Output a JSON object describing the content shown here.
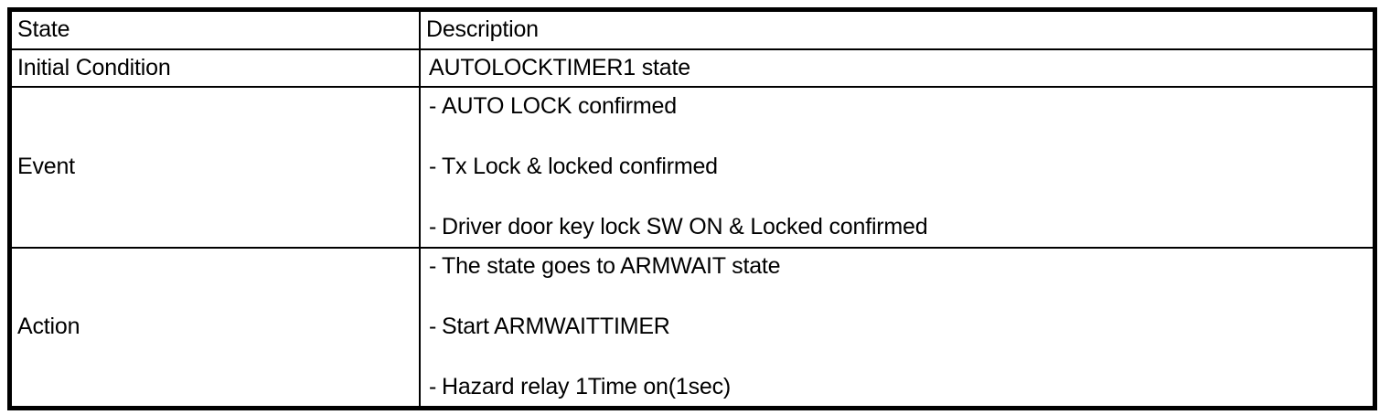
{
  "table": {
    "columns": [
      {
        "key": "state",
        "header": "State"
      },
      {
        "key": "description",
        "header": "Description"
      }
    ],
    "rows": [
      {
        "state": "Initial Condition",
        "type": "single",
        "description": "AUTOLOCKTIMER1 state"
      },
      {
        "state": "Event",
        "type": "list",
        "items": [
          "AUTO LOCK confirmed",
          "Tx Lock & locked confirmed",
          "Driver door key lock SW ON & Locked confirmed"
        ]
      },
      {
        "state": "Action",
        "type": "list",
        "items": [
          "The state goes to ARMWAIT state",
          "Start ARMWAITTIMER",
          "Hazard relay 1Time on(1sec)"
        ]
      }
    ],
    "bullet_marker": "-",
    "colors": {
      "border": "#000000",
      "text": "#000000",
      "background": "#ffffff"
    }
  }
}
